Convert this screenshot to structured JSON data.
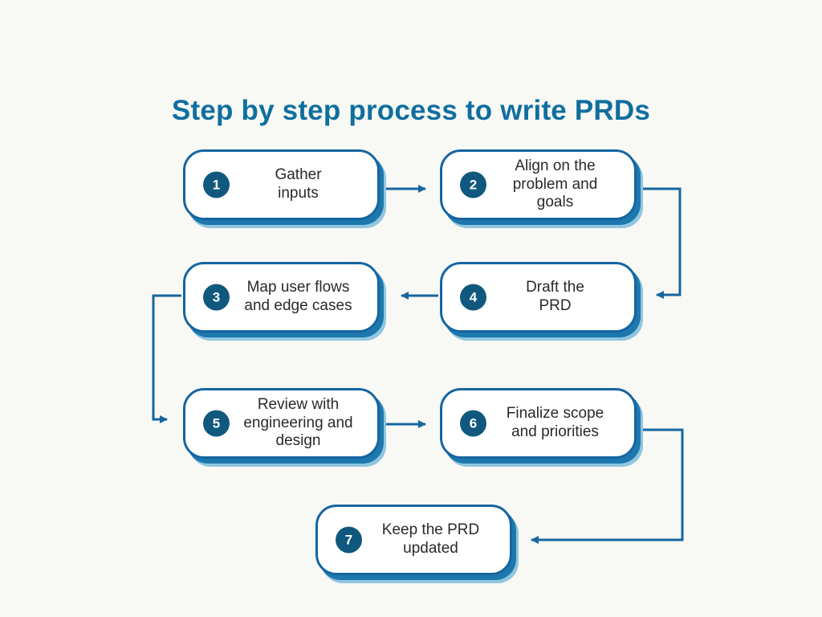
{
  "title": "Step by step process to write PRDs",
  "colors": {
    "bg": "#f8f8f5",
    "accent": "#0f6f9e",
    "border": "#1565a1",
    "shadow-mid": "#1d78ad",
    "shadow-light": "#90c6df",
    "badge": "#11587e",
    "text": "#2a2a2a",
    "arrow": "#16669f"
  },
  "steps": [
    {
      "number": "1",
      "label": "Gather\ninputs"
    },
    {
      "number": "2",
      "label": "Align on the\nproblem and\ngoals"
    },
    {
      "number": "3",
      "label": "Map user flows\nand edge cases"
    },
    {
      "number": "4",
      "label": "Draft the\nPRD"
    },
    {
      "number": "5",
      "label": "Review with\nengineering and\ndesign"
    },
    {
      "number": "6",
      "label": "Finalize scope\nand priorities"
    },
    {
      "number": "7",
      "label": "Keep the PRD\nupdated"
    }
  ]
}
